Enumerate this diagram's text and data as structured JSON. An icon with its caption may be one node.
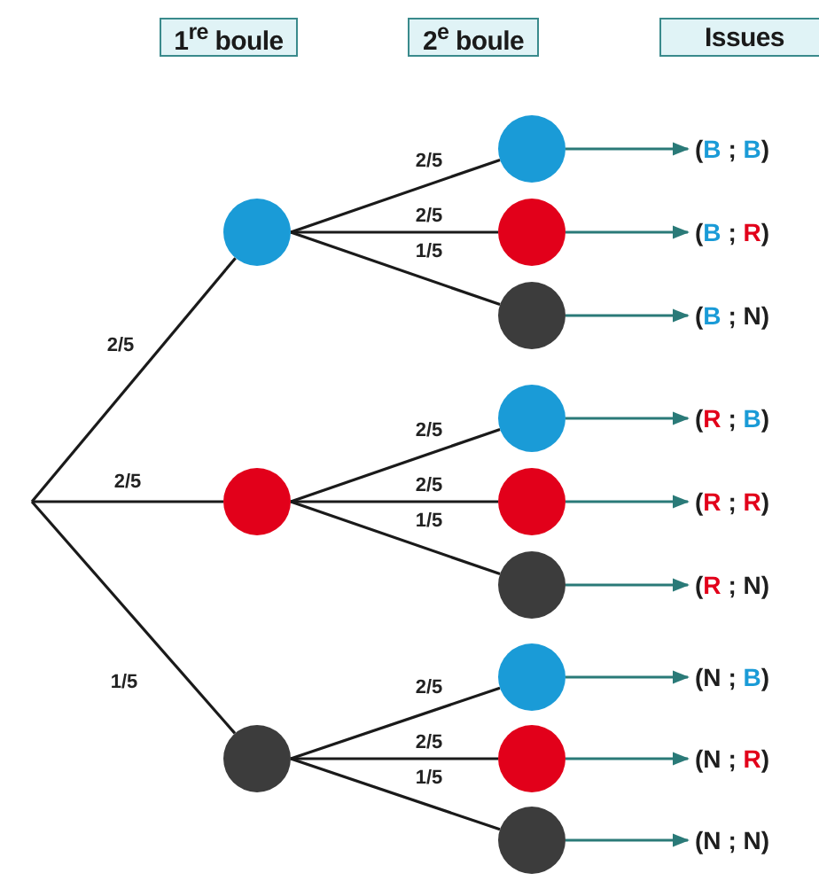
{
  "diagram": {
    "nodes": [
      {
        "text": [
          "1$^{re}$ boule"
        ]
      },
      {
        "text": [
          "2$^{e}$ boule"
        ]
      },
      {
        "text": [
          "Issues"
        ]
      },
      {
        "text": [],
        "shape": "circle"
      },
      {
        "text": [],
        "shape": "circle"
      },
      {
        "text": [],
        "shape": "circle"
      },
      {
        "text": [],
        "shape": "circle"
      },
      {
        "text": [],
        "shape": "circle"
      },
      {
        "text": [],
        "shape": "circle"
      },
      {
        "text": [],
        "shape": "circle"
      },
      {
        "text": [],
        "shape": "circle"
      },
      {
        "text": [],
        "shape": "circle"
      },
      {
        "text": [],
        "shape": "circle"
      },
      {
        "text": [],
        "shape": "circle"
      },
      {
        "text": [],
        "shape": "circle"
      },
      {
        "text": [
          "(B ; B)"
        ]
      },
      {
        "text": [
          "(B ; R)"
        ]
      },
      {
        "text": [
          "(B ; N)"
        ]
      },
      {
        "text": [
          "(R ; B)"
        ]
      },
      {
        "text": [
          "(R ; R)"
        ]
      },
      {
        "text": [
          "(R ; N)"
        ]
      },
      {
        "text": [
          "(N ; B)"
        ]
      },
      {
        "text": [
          "(N ; R)"
        ]
      },
      {
        "text": [
          "(N ; N)"
        ]
      }
    ],
    "edges": [
      {
        "from": null,
        "to": 3,
        "arrow": "none",
        "label": "2/5"
      },
      {
        "from": null,
        "to": 4,
        "arrow": "none",
        "label": "2/5"
      },
      {
        "from": null,
        "to": 5,
        "arrow": "none",
        "label": "1/5"
      },
      {
        "from": 3,
        "to": 6,
        "arrow": "none",
        "label": "2/5"
      },
      {
        "from": 3,
        "to": 7,
        "arrow": "none",
        "label": "2/5"
      },
      {
        "from": 3,
        "to": 8,
        "arrow": "none",
        "label": "1/5"
      },
      {
        "from": 4,
        "to": 9,
        "arrow": "none",
        "label": "2/5"
      },
      {
        "from": 4,
        "to": 10,
        "arrow": "none",
        "label": "2/5"
      },
      {
        "from": 4,
        "to": 11,
        "arrow": "none",
        "label": "1/5"
      },
      {
        "from": 5,
        "to": 12,
        "arrow": "none",
        "label": "2/5"
      },
      {
        "from": 5,
        "to": 13,
        "arrow": "none",
        "label": "2/5"
      },
      {
        "from": 5,
        "to": 14,
        "arrow": "none",
        "label": "1/5"
      },
      {
        "from": 6,
        "to": 15,
        "arrow": "to",
        "color": "#2a7a78"
      },
      {
        "from": 7,
        "to": 16,
        "arrow": "to",
        "color": "#2a7a78"
      },
      {
        "from": 8,
        "to": 17,
        "arrow": "to",
        "color": "#2a7a78"
      },
      {
        "from": 9,
        "to": 18,
        "arrow": "to",
        "color": "#2a7a78"
      },
      {
        "from": 10,
        "to": 19,
        "arrow": "to",
        "color": "#2a7a78"
      },
      {
        "from": 11,
        "to": 20,
        "arrow": "to",
        "color": "#2a7a78"
      },
      {
        "from": 12,
        "to": 21,
        "arrow": "to",
        "color": "#2a7a78"
      },
      {
        "from": 13,
        "to": 22,
        "arrow": "to",
        "color": "#2a7a78"
      },
      {
        "from": 14,
        "to": 23,
        "arrow": "to",
        "color": "#2a7a78"
      }
    ]
  }
}
